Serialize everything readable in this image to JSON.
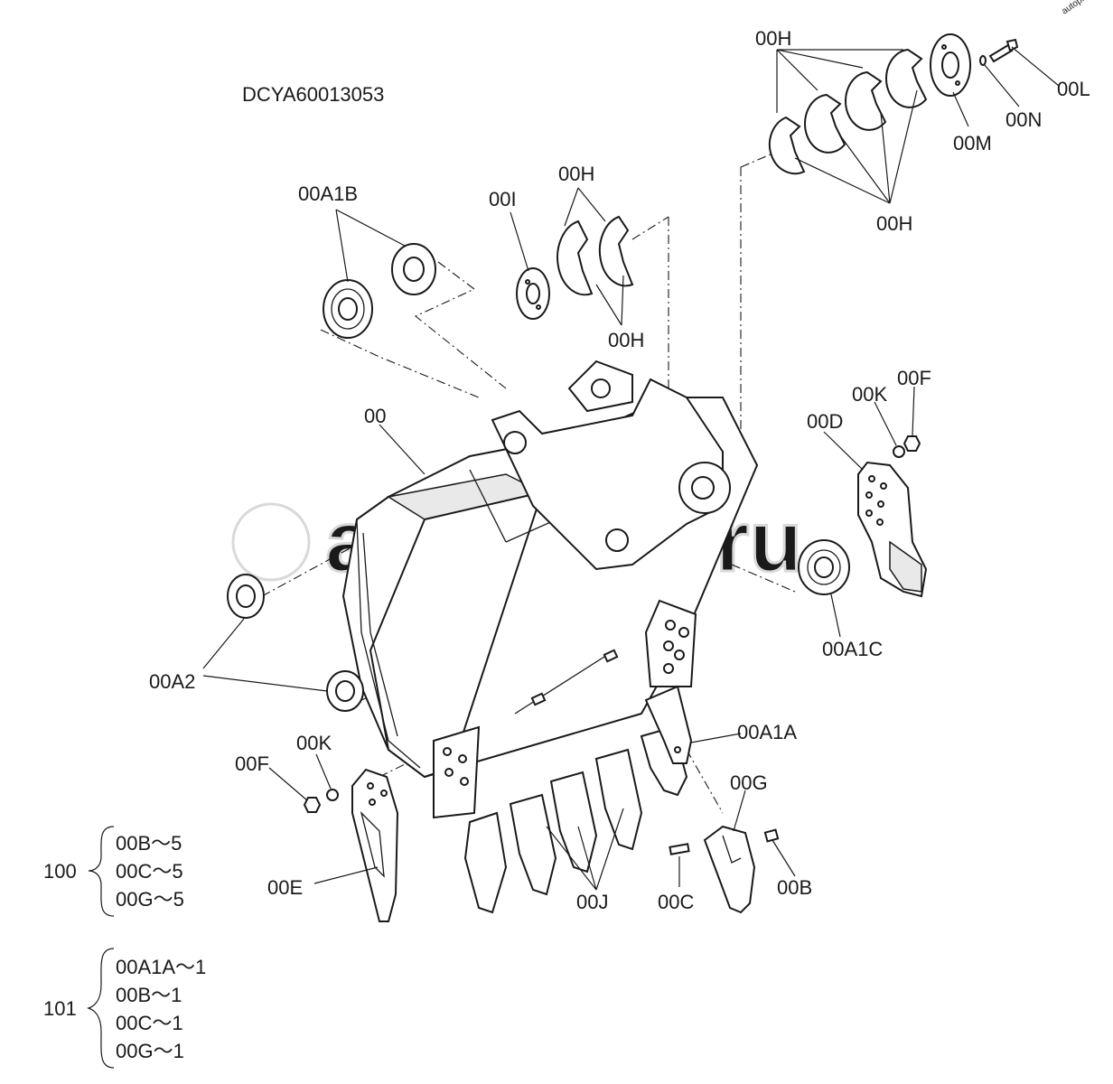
{
  "watermark": {
    "corner": "autopiter.ru",
    "center": "autopiter.ru"
  },
  "drawing_code": "DCYA60013053",
  "callouts": {
    "c00": "00",
    "c00A1B": "00A1B",
    "c00I": "00I",
    "c00H_a": "00H",
    "c00H_b": "00H",
    "c00H_c": "00H",
    "c00H_d": "00H",
    "c00M": "00M",
    "c00N": "00N",
    "c00L": "00L",
    "c00D": "00D",
    "c00K_r": "00K",
    "c00F_r": "00F",
    "c00A1C": "00A1C",
    "c00A2": "00A2",
    "c00K_l": "00K",
    "c00F_l": "00F",
    "c00E": "00E",
    "c00A1A": "00A1A",
    "c00G": "00G",
    "c00J": "00J",
    "c00C": "00C",
    "c00B": "00B"
  },
  "kits": [
    {
      "number": "100",
      "items": [
        "00B～5",
        "00C～5",
        "00G～5"
      ]
    },
    {
      "number": "101",
      "items": [
        "00A1A～1",
        "00B～1",
        "00C～1",
        "00G～1"
      ]
    }
  ]
}
